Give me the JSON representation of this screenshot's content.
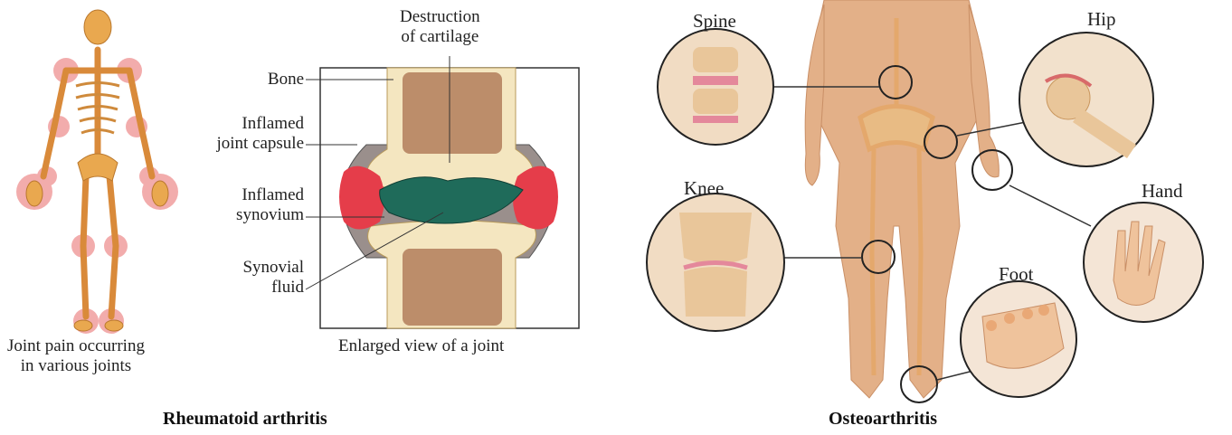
{
  "rheumatoid": {
    "figure_caption": "Joint pain occurring\nin various joints",
    "joint_labels": {
      "destruction": "Destruction\nof cartilage",
      "bone": "Bone",
      "capsule": "Inflamed\njoint capsule",
      "synovium": "Inflamed\nsynovium",
      "fluid": "Synovial\nfluid"
    },
    "joint_caption": "Enlarged view of a joint",
    "title": "Rheumatoid arthritis"
  },
  "osteo": {
    "labels": {
      "spine": "Spine",
      "hip": "Hip",
      "knee": "Knee",
      "hand": "Hand",
      "foot": "Foot"
    },
    "title": "Osteoarthritis"
  },
  "colors": {
    "bone": "#e8a24a",
    "inflammation": "#e04a4a",
    "cartilage_bone": "#f6ebc8",
    "marrow": "#b07a5a",
    "synovial_fluid": "#1f6b5a",
    "skin": "#e6b48a"
  }
}
